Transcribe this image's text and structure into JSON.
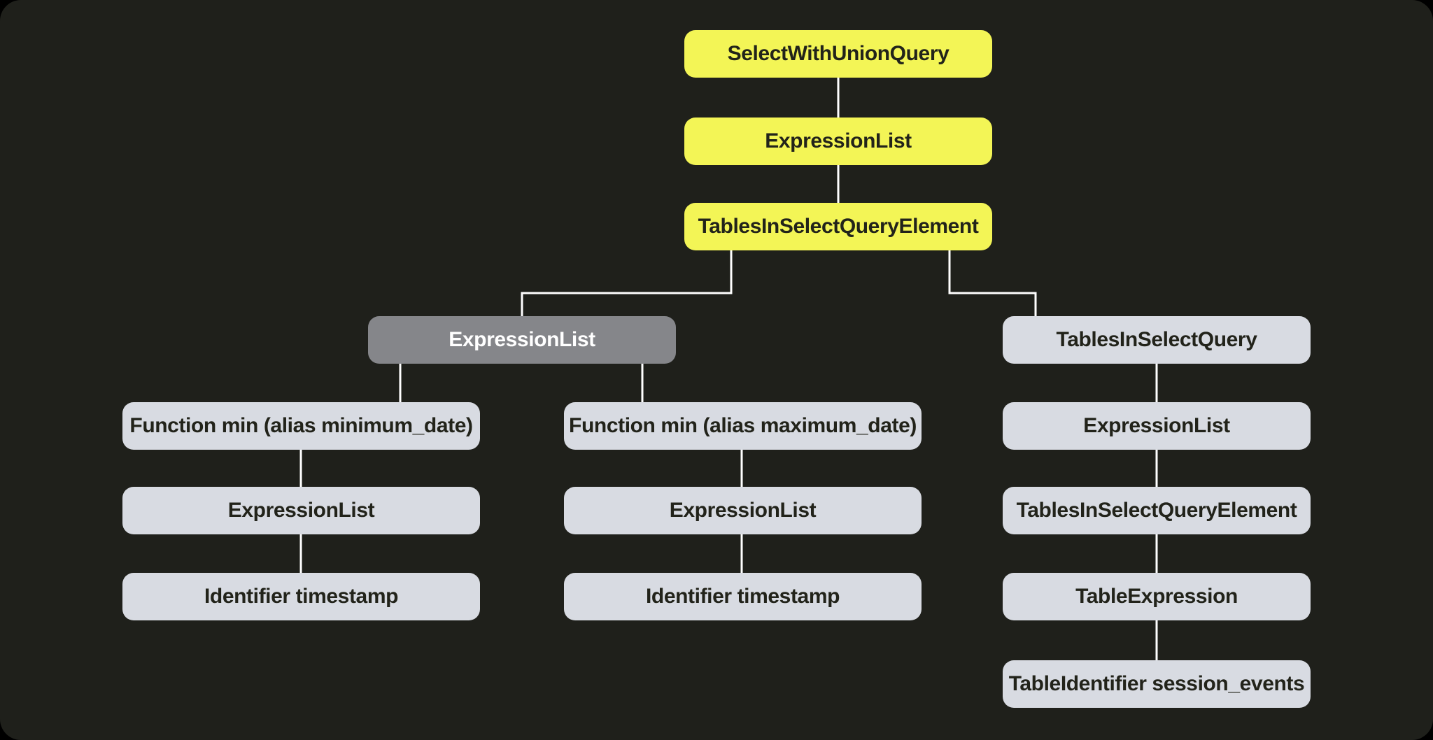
{
  "title": "SQL AST tree diagram",
  "colors": {
    "background": "#1f201b",
    "node_yellow": "#f3f556",
    "node_gray": "#85868a",
    "node_light": "#d8dbe2",
    "text_dark": "#22231a",
    "text_light": "#ffffff",
    "connector_line": "#ffffff"
  },
  "diagram": {
    "nodes": [
      {
        "id": "n1",
        "label": "SelectWithUnionQuery",
        "variant": "yellow"
      },
      {
        "id": "n2",
        "label": "ExpressionList",
        "variant": "yellow"
      },
      {
        "id": "n3",
        "label": "TablesInSelectQueryElement",
        "variant": "yellow"
      },
      {
        "id": "n4",
        "label": "ExpressionList",
        "variant": "gray"
      },
      {
        "id": "n5",
        "label": "TablesInSelectQuery",
        "variant": "light"
      },
      {
        "id": "n6",
        "label": "Function min (alias minimum_date)",
        "variant": "light"
      },
      {
        "id": "n7",
        "label": "Function min (alias maximum_date)",
        "variant": "light"
      },
      {
        "id": "n8",
        "label": "ExpressionList",
        "variant": "light"
      },
      {
        "id": "n9",
        "label": "ExpressionList",
        "variant": "light"
      },
      {
        "id": "n10",
        "label": "ExpressionList",
        "variant": "light"
      },
      {
        "id": "n11",
        "label": "TablesInSelectQueryElement",
        "variant": "light"
      },
      {
        "id": "n12",
        "label": "Identifier timestamp",
        "variant": "light"
      },
      {
        "id": "n13",
        "label": "Identifier timestamp",
        "variant": "light"
      },
      {
        "id": "n14",
        "label": "TableExpression",
        "variant": "light"
      },
      {
        "id": "n15",
        "label": "TableIdentifier session_events",
        "variant": "light"
      }
    ],
    "edges": [
      {
        "from": "n1",
        "to": "n2"
      },
      {
        "from": "n2",
        "to": "n3"
      },
      {
        "from": "n3",
        "to": "n4"
      },
      {
        "from": "n3",
        "to": "n5"
      },
      {
        "from": "n4",
        "to": "n6"
      },
      {
        "from": "n4",
        "to": "n7"
      },
      {
        "from": "n6",
        "to": "n9"
      },
      {
        "from": "n7",
        "to": "n10"
      },
      {
        "from": "n5",
        "to": "n8"
      },
      {
        "from": "n9",
        "to": "n12"
      },
      {
        "from": "n10",
        "to": "n13"
      },
      {
        "from": "n8",
        "to": "n11"
      },
      {
        "from": "n11",
        "to": "n14"
      },
      {
        "from": "n14",
        "to": "n15"
      }
    ]
  }
}
